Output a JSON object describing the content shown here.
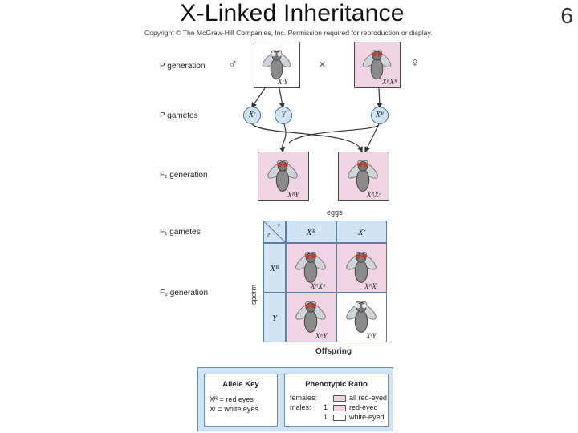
{
  "slide": {
    "title": "X-Linked Inheritance",
    "page_number": "6",
    "copyright": "Copyright © The McGraw-Hill Companies, Inc. Permission required for reproduction or display."
  },
  "rows": {
    "p_generation": "P generation",
    "p_gametes": "P gametes",
    "f1_generation": "F₁ generation",
    "f1_gametes": "F₁ gametes",
    "f2_generation": "F₂ generation"
  },
  "p_generation": {
    "male_symbol": "♂",
    "female_symbol": "♀",
    "cross_symbol": "×",
    "male_genotype": "XʳY",
    "female_genotype": "XᴿXᴿ"
  },
  "p_gametes": [
    "Xʳ",
    "Y",
    "Xᴿ"
  ],
  "f1_generation": {
    "male_genotype": "XᴿY",
    "female_genotype": "XᴿXʳ"
  },
  "punnett": {
    "eggs_label": "eggs",
    "sperm_label": "sperm",
    "corner_male": "♂",
    "corner_female": "♀",
    "egg_headers": [
      "Xᴿ",
      "Xʳ"
    ],
    "sperm_headers": [
      "Xᴿ",
      "Y"
    ],
    "cells": [
      {
        "genotype": "XᴿXᴿ",
        "eye": "red"
      },
      {
        "genotype": "XᴿXʳ",
        "eye": "red"
      },
      {
        "genotype": "XᴿY",
        "eye": "red"
      },
      {
        "genotype": "XʳY",
        "eye": "white"
      }
    ],
    "offspring_label": "Offspring"
  },
  "allele_key": {
    "title": "Allele Key",
    "lines": [
      "Xᴿ =  red eyes",
      "Xʳ =  white eyes"
    ]
  },
  "phenotypic_ratio": {
    "title": "Phenotypic Ratio",
    "females_label": "females:",
    "males_label": "males:",
    "females_desc": "all red-eyed",
    "male_rows": [
      {
        "count": "1",
        "desc": "red-eyed"
      },
      {
        "count": "1",
        "desc": "white-eyed"
      }
    ]
  },
  "colors": {
    "pink_box": "#f0d4e3",
    "blue_panel": "#cfe3f5",
    "red_eye": "#c0392b",
    "white_eye": "#e6e6e6"
  }
}
